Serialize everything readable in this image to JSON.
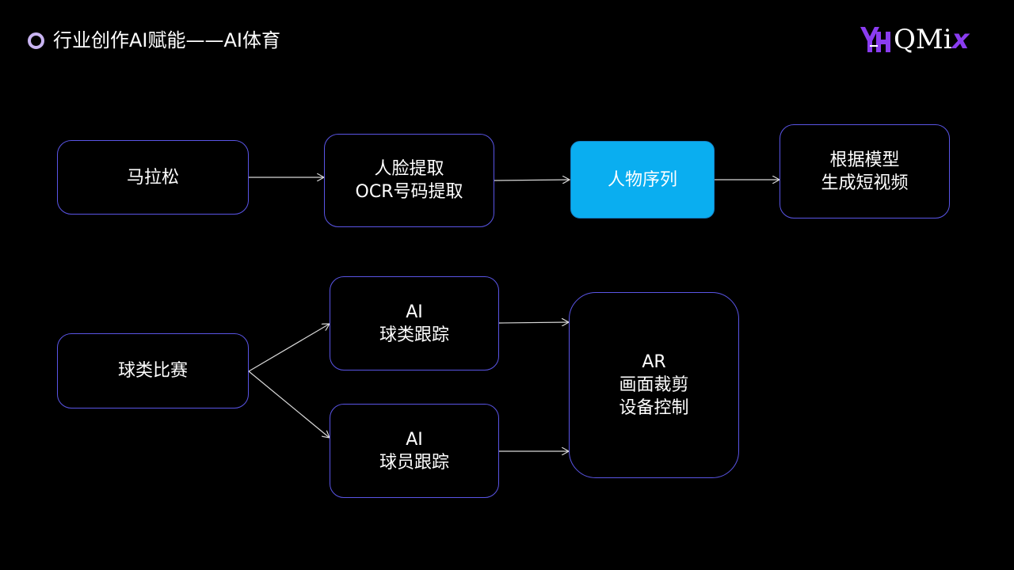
{
  "header": {
    "title": "行业创作AI赋能——AI体育"
  },
  "logo": {
    "text_main": "QMi",
    "text_accent": "x",
    "accent_color": "#8a3cf0",
    "mark_color": "#8a3cf0"
  },
  "flow_marathon": {
    "start": "马拉松",
    "step1_line1": "人脸提取",
    "step1_line2": "OCR号码提取",
    "step2": "人物序列",
    "step3_line1": "根据模型",
    "step3_line2": "生成短视频"
  },
  "flow_ball": {
    "start": "球类比赛",
    "ball_tracking_line1": "AI",
    "ball_tracking_line2": "球类跟踪",
    "player_tracking_line1": "AI",
    "player_tracking_line2": "球员跟踪",
    "output_line1": "AR",
    "output_line2": "画面裁剪",
    "output_line3": "设备控制"
  },
  "colors": {
    "background": "#000000",
    "node_border": "#5a55e6",
    "highlight_fill": "#0aaef0",
    "connector": "#d8d8d8",
    "title_bullet": "#c9b4f2"
  }
}
